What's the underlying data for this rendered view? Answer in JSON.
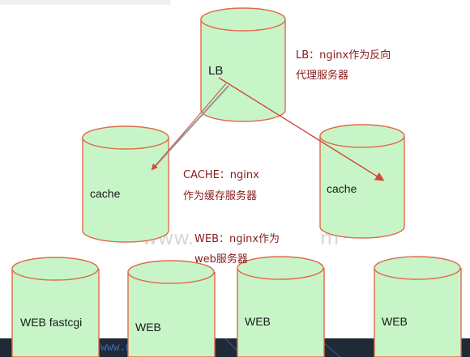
{
  "colors": {
    "cylinder_fill": "#c8f5c8",
    "cylinder_stroke": "#e06a4a",
    "arrow_red": "#d24a3a",
    "arrow_gray": "#9a9a9a",
    "note_text": "#8a1a1a",
    "bottom_band": "#1f2a36"
  },
  "nodes": {
    "lb": {
      "label": "LB"
    },
    "cache_left": {
      "label": "cache"
    },
    "cache_right": {
      "label": "cache"
    },
    "web_fastcgi": {
      "label": "WEB fastcgi"
    },
    "web_2": {
      "label": "WEB"
    },
    "web_3": {
      "label": "WEB"
    },
    "web_4": {
      "label": "WEB"
    }
  },
  "notes": {
    "lb_note": {
      "line1": "LB：nginx作为反向",
      "line2": "代理服务器"
    },
    "cache_note": {
      "line1": "CACHE：nginx",
      "line2": "作为缓存服务器"
    },
    "web_note": {
      "line1": "WEB：nginx作为",
      "line2": "web服务器"
    }
  },
  "watermark": {
    "text": "www.",
    "text2": "m"
  },
  "bottom_url": {
    "text": "www.m"
  }
}
